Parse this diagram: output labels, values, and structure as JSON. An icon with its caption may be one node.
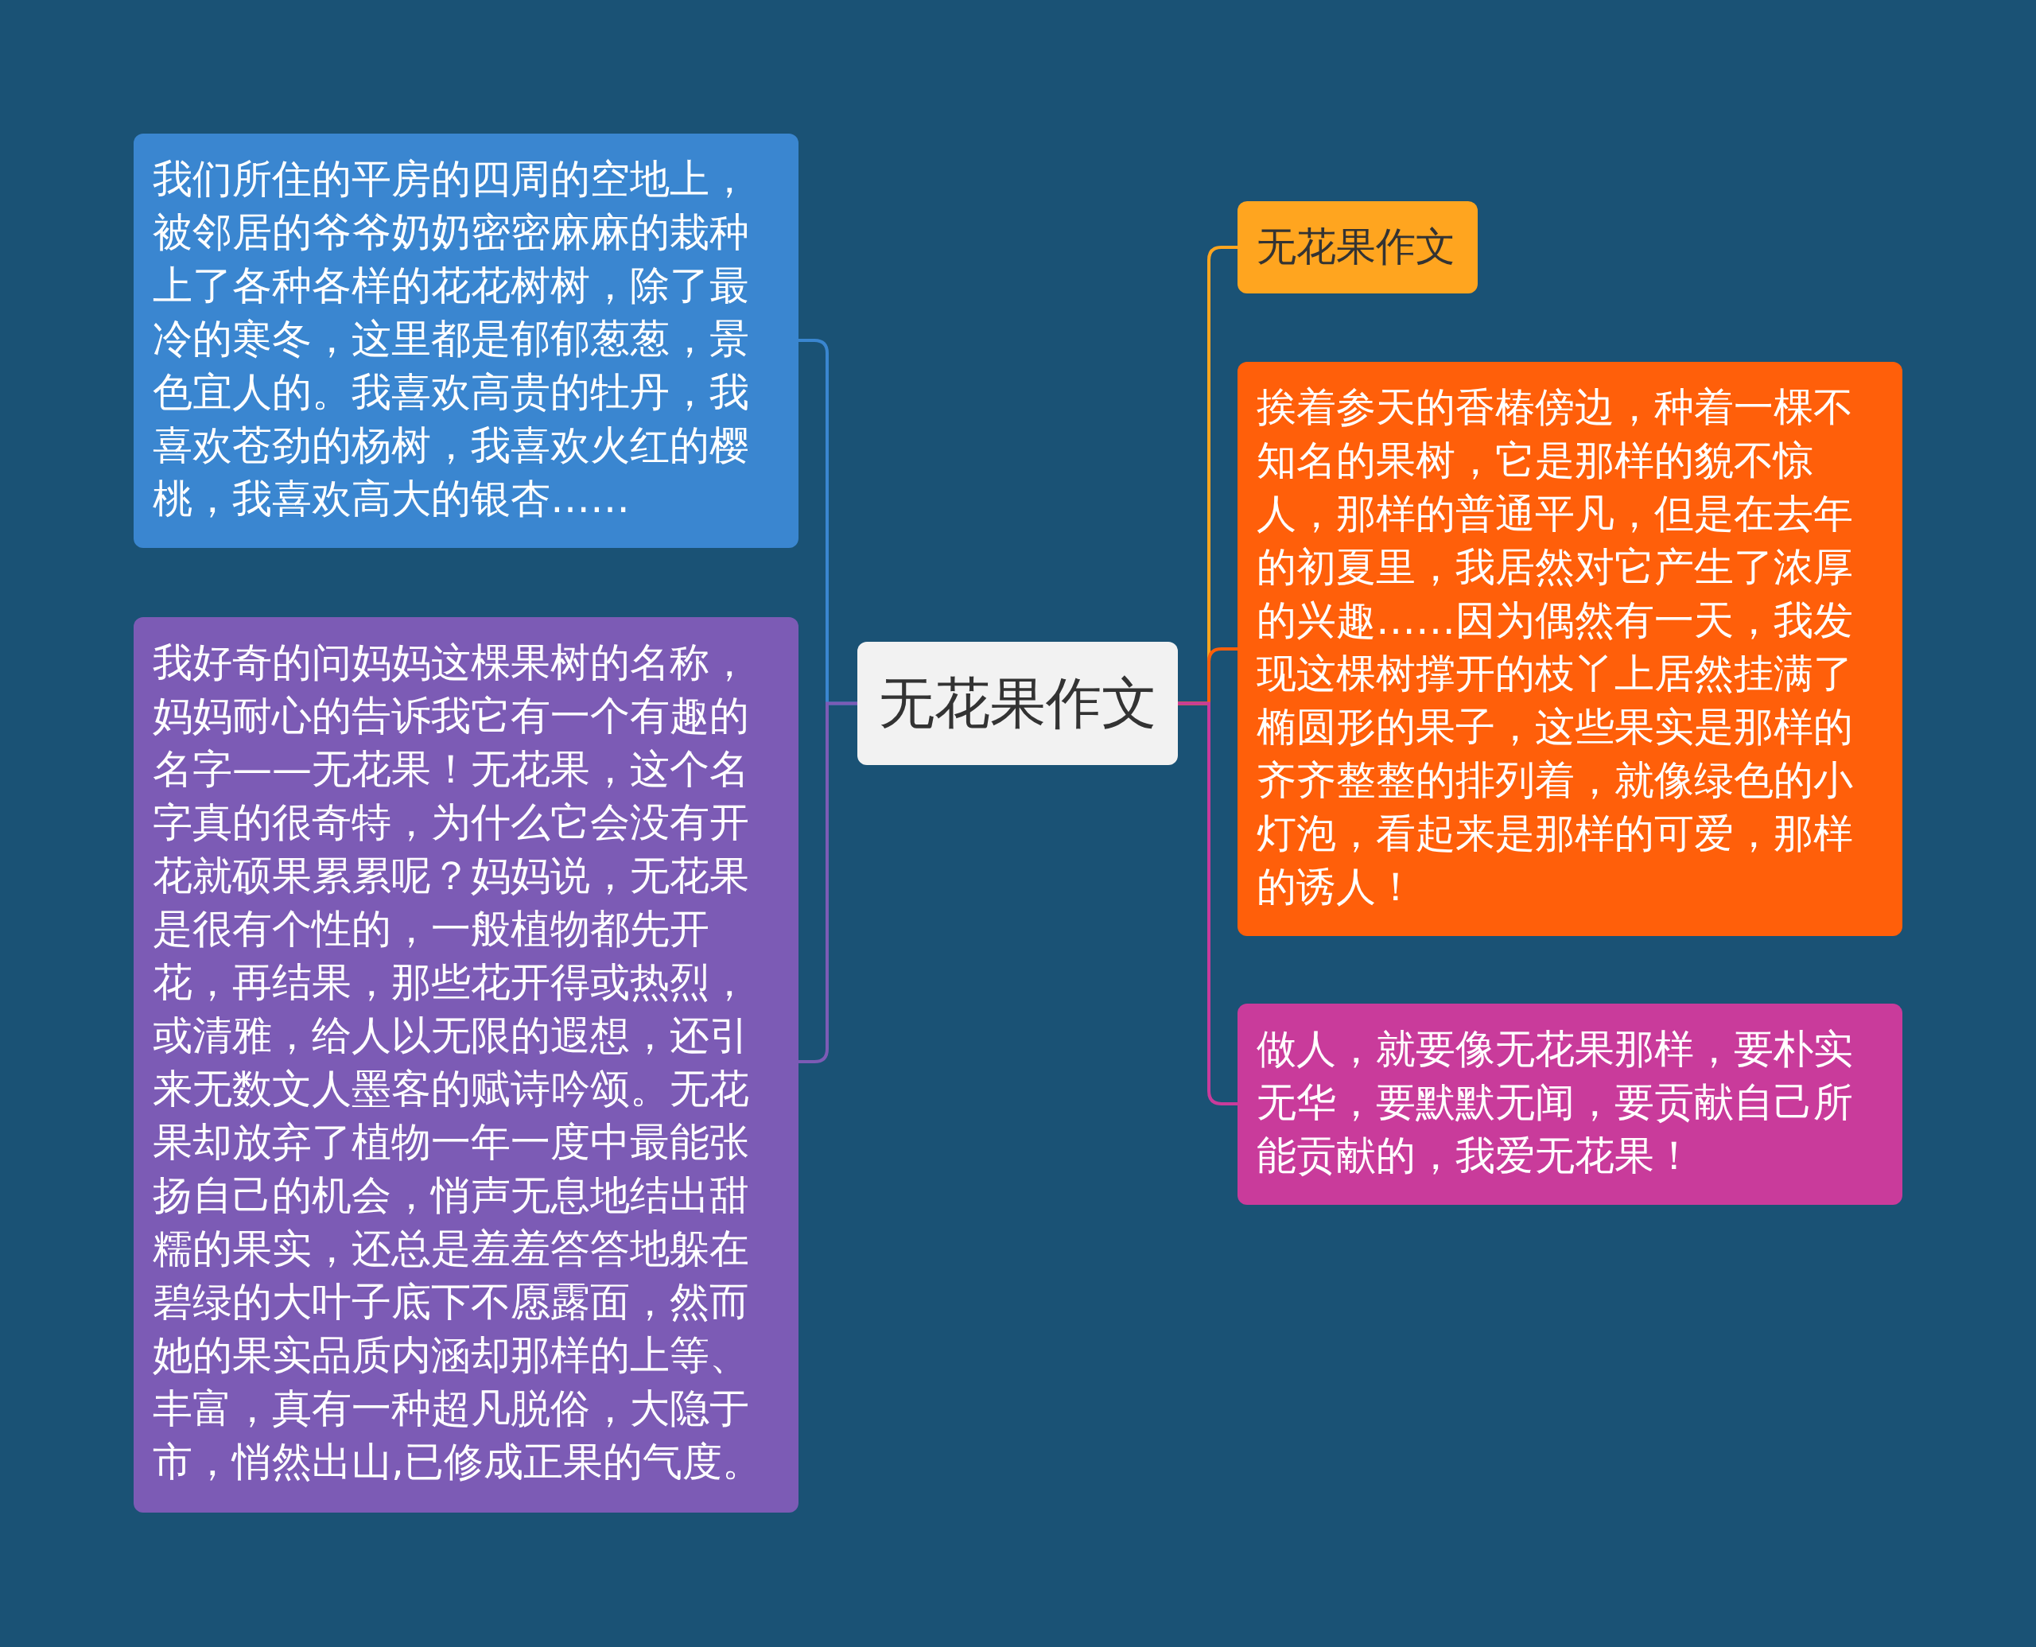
{
  "diagram": {
    "nodes": [
      {
        "text": [
          "无花果作文"
        ]
      },
      {
        "text": [
          "我们所住的平房的四周的空地上，被邻居的爷爷奶奶密密麻麻的栽种上了各种各样的花花树树，除了最冷的寒冬，这里都是郁郁葱葱，景色宜人的。我喜欢高贵的牡丹，我喜欢苍劲的杨树，我喜欢火红的樱桃，我喜欢高大的银杏……"
        ]
      },
      {
        "text": [
          "我好奇的问妈妈这棵果树的名称，妈妈耐心的告诉我它有一个有趣的名字——无花果！无花果，这个名字真的很奇特，为什么它会没有开花就硕果累累呢？妈妈说，无花果是很有个性的，一般植物都先开花，再结果，那些花开得或热烈，或清雅，给人以无限的遐想，还引来无数文人墨客的赋诗吟颂。无花果却放弃了植物一年一度中最能张扬自己的机会，悄声无息地结出甜糯的果实，还总是羞羞答答地躲在碧绿的大叶子底下不愿露面，然而她的果实品质内涵却那样的上等、丰富，真有一种超凡脱俗，大隐于市，悄然出山,已修成正果的气度。"
        ]
      },
      {
        "text": [
          "无花果作文"
        ]
      },
      {
        "text": [
          "挨着参天的香椿傍边，种着一棵不知名的果树，它是那样的貌不惊人，那样的普通平凡，但是在去年的初夏里，我居然对它产生了浓厚的兴趣……因为偶然有一天，我发现这棵树撑开的枝丫上居然挂满了椭圆形的果子，这些果实是那样的齐齐整整的排列着，就像绿色的小灯泡，看起来是那样的可爱，那样的诱人！"
        ]
      },
      {
        "text": [
          "做人，就要像无花果那样，要朴实无华，要默默无闻，要贡献自己所能贡献的，我爱无花果！"
        ]
      }
    ],
    "edges": [
      {
        "from": 0,
        "to": 1,
        "arrow": "none",
        "color": "#3a86d0"
      },
      {
        "from": 0,
        "to": 2,
        "arrow": "none",
        "color": "#7c5bb5"
      },
      {
        "from": 0,
        "to": 3,
        "arrow": "none",
        "color": "#ffa51f"
      },
      {
        "from": 0,
        "to": 4,
        "arrow": "none",
        "color": "#ff5f0a"
      },
      {
        "from": 0,
        "to": 5,
        "arrow": "none",
        "color": "#c93b9b"
      }
    ]
  }
}
